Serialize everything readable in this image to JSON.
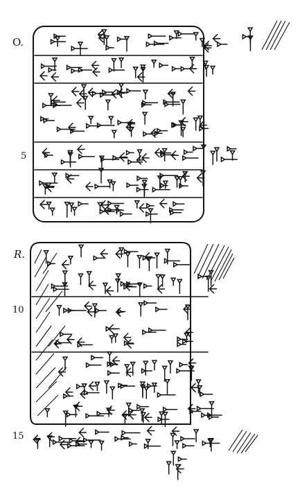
{
  "obverse": {
    "side_label": "O.",
    "line_numbers": [
      "5"
    ]
  },
  "reverse": {
    "side_label": "R.",
    "line_numbers": [
      "10",
      "15"
    ]
  },
  "colors": {
    "ink": "#111111",
    "paper": "#ffffff"
  }
}
